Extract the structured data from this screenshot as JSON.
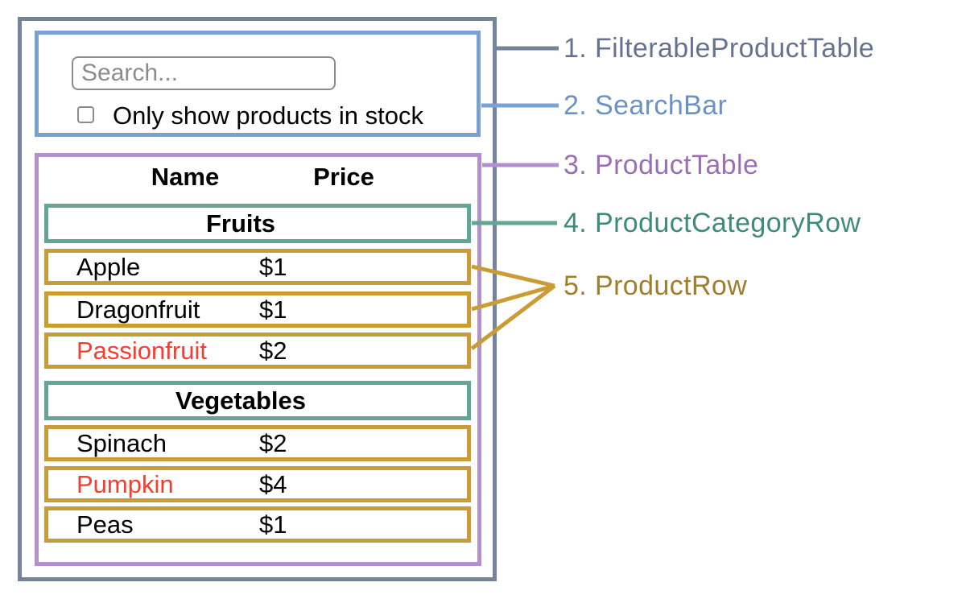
{
  "search_bar": {
    "placeholder": "Search...",
    "checkbox_label": "Only show products in stock",
    "checkbox_checked": false
  },
  "product_table": {
    "name_header": "Name",
    "price_header": "Price",
    "sections": [
      {
        "category": "Fruits",
        "rows": [
          {
            "name": "Apple",
            "price": "$1",
            "out_of_stock": false
          },
          {
            "name": "Dragonfruit",
            "price": "$1",
            "out_of_stock": false
          },
          {
            "name": "Passionfruit",
            "price": "$2",
            "out_of_stock": true
          }
        ]
      },
      {
        "category": "Vegetables",
        "rows": [
          {
            "name": "Spinach",
            "price": "$2",
            "out_of_stock": false
          },
          {
            "name": "Pumpkin",
            "price": "$4",
            "out_of_stock": true
          },
          {
            "name": "Peas",
            "price": "$1",
            "out_of_stock": false
          }
        ]
      }
    ]
  },
  "legend": {
    "items": [
      {
        "label": "1. FilterableProductTable",
        "color": "#66738F"
      },
      {
        "label": "2. SearchBar",
        "color": "#6B92C4"
      },
      {
        "label": "3. ProductTable",
        "color": "#9B6FB3"
      },
      {
        "label": "4. ProductCategoryRow",
        "color": "#3F8B7B"
      },
      {
        "label": "5. ProductRow",
        "color": "#A17E2B"
      }
    ]
  },
  "colors": {
    "outer_border": "#76849B",
    "searchbar_border": "#79A1D3",
    "producttable_border": "#B48FCB",
    "category_border": "#62A795",
    "row_border": "#C99C35",
    "out_of_stock_text": "#F23F2F"
  }
}
